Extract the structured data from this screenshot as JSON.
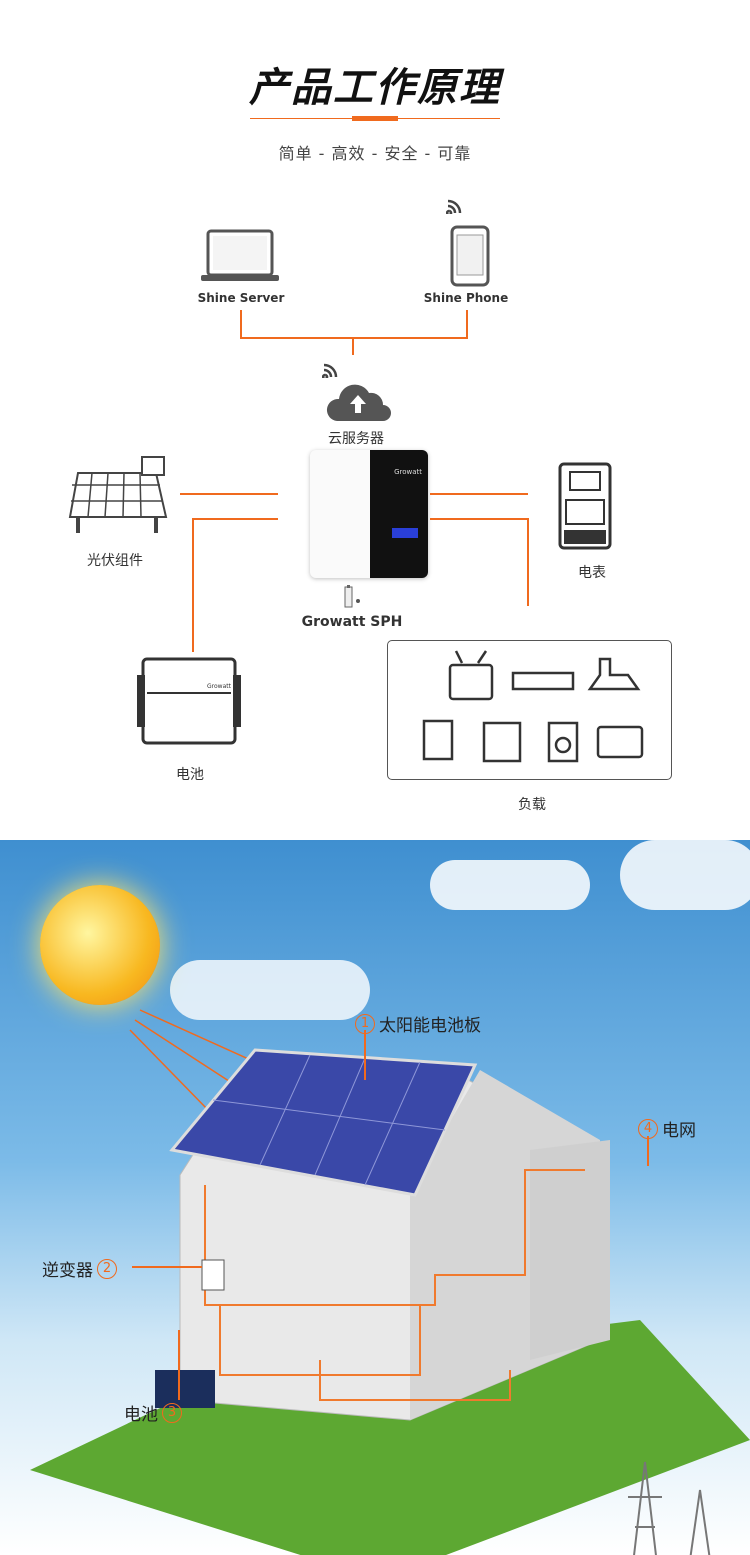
{
  "header": {
    "title": "产品工作原理",
    "subtitle": "简单 - 高效 - 安全 - 可靠"
  },
  "diagram": {
    "shine_server": "Shine Server",
    "shine_phone": "Shine Phone",
    "cloud": "云服务器",
    "inverter": "Growatt SPH",
    "inverter_brand": "Growatt",
    "pv": "光伏组件",
    "meter": "电表",
    "battery": "电池",
    "load": "负载"
  },
  "scene": {
    "callouts": [
      {
        "num": "1",
        "label": "太阳能电池板"
      },
      {
        "num": "4",
        "label": "电网"
      },
      {
        "num": "2",
        "label": "逆变器"
      },
      {
        "num": "3",
        "label": "电池"
      }
    ]
  },
  "colors": {
    "accent": "#f06a1e"
  }
}
